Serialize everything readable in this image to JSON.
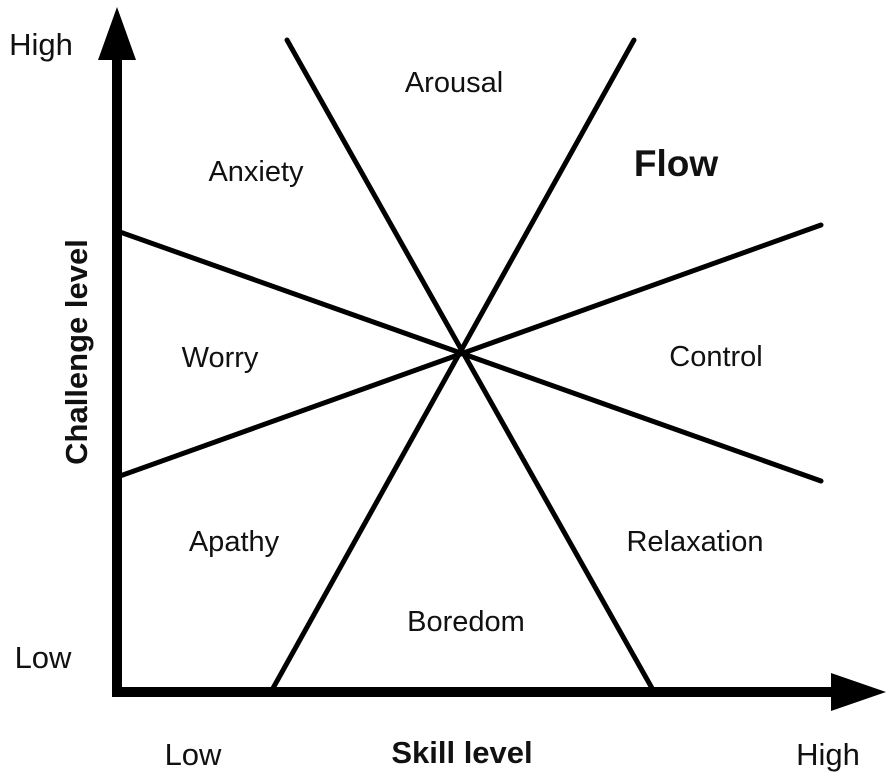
{
  "axes": {
    "x_title": "Skill level",
    "y_title": "Challenge level",
    "x_low": "Low",
    "x_high": "High",
    "y_low": "Low",
    "y_high": "High"
  },
  "regions": {
    "arousal": "Arousal",
    "flow": "Flow",
    "anxiety": "Anxiety",
    "worry": "Worry",
    "control": "Control",
    "apathy": "Apathy",
    "relaxation": "Relaxation",
    "boredom": "Boredom"
  },
  "colors": {
    "line": "#000000",
    "text": "#111111",
    "background": "#ffffff"
  }
}
